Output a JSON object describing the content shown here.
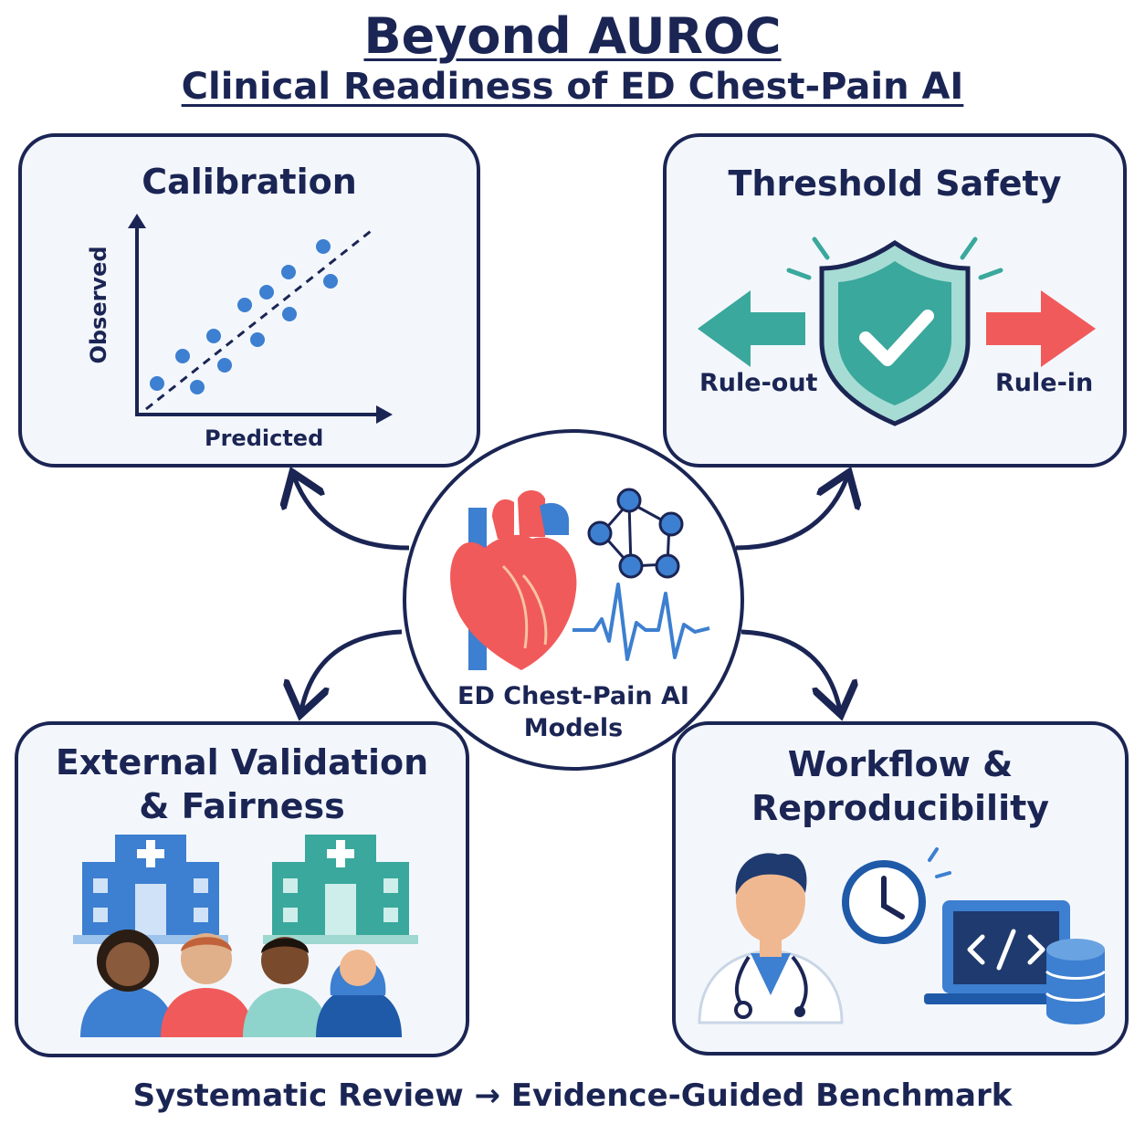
{
  "title": "Beyond AUROC",
  "subtitle": "Clinical Readiness of ED Chest-Pain AI",
  "hub": {
    "label_line1": "ED Chest-Pain AI",
    "label_line2": "Models",
    "icons": [
      "heart-icon",
      "network-icon",
      "ecg-waveform-icon"
    ]
  },
  "panels": {
    "calibration": {
      "title": "Calibration",
      "y_axis_label": "Observed",
      "x_axis_label": "Predicted",
      "icons": [
        "scatter-plot-icon"
      ]
    },
    "threshold": {
      "title": "Threshold Safety",
      "left_label": "Rule-out",
      "right_label": "Rule-in",
      "icons": [
        "shield-check-icon",
        "left-arrow-icon",
        "right-arrow-icon"
      ]
    },
    "external": {
      "title_line1": "External Validation",
      "title_line2": "& Fairness",
      "icons": [
        "hospital-icon",
        "people-icon"
      ]
    },
    "workflow": {
      "title_line1": "Workflow &",
      "title_line2": "Reproducibility",
      "icons": [
        "doctor-icon",
        "clock-icon",
        "laptop-code-icon",
        "database-icon"
      ]
    }
  },
  "footer": "Systematic Review → Evidence-Guided Benchmark",
  "colors": {
    "navy": "#1b2554",
    "blue": "#3d7fd0",
    "teal": "#3aa89c",
    "red": "#f15a5a",
    "panel_bg": "#f3f7fc"
  }
}
